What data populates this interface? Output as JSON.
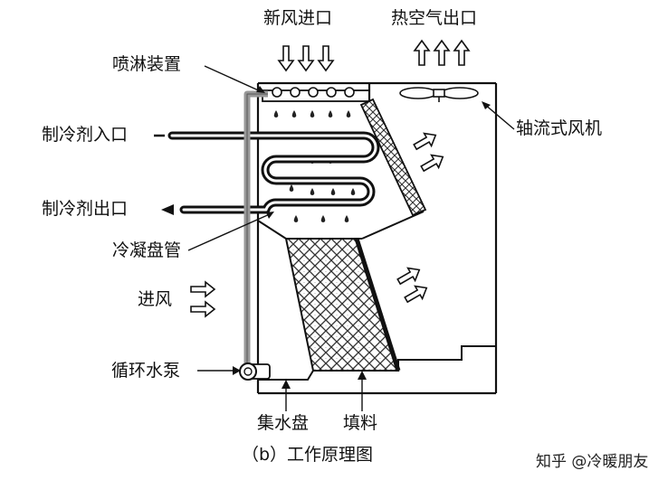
{
  "labels": {
    "fresh_air_inlet": "新风进口",
    "hot_air_outlet": "热空气出口",
    "spray_device": "喷淋装置",
    "refrigerant_inlet": "制冷剂入口",
    "axial_fan": "轴流式风机",
    "refrigerant_outlet": "制冷剂出口",
    "condenser_coil": "冷凝盘管",
    "air_inlet": "进风",
    "circulation_pump": "循环水泵",
    "water_tray": "集水盘",
    "fill": "填料"
  },
  "caption": "（b）工作原理图",
  "watermark": "知乎 @冷暖朋友"
}
